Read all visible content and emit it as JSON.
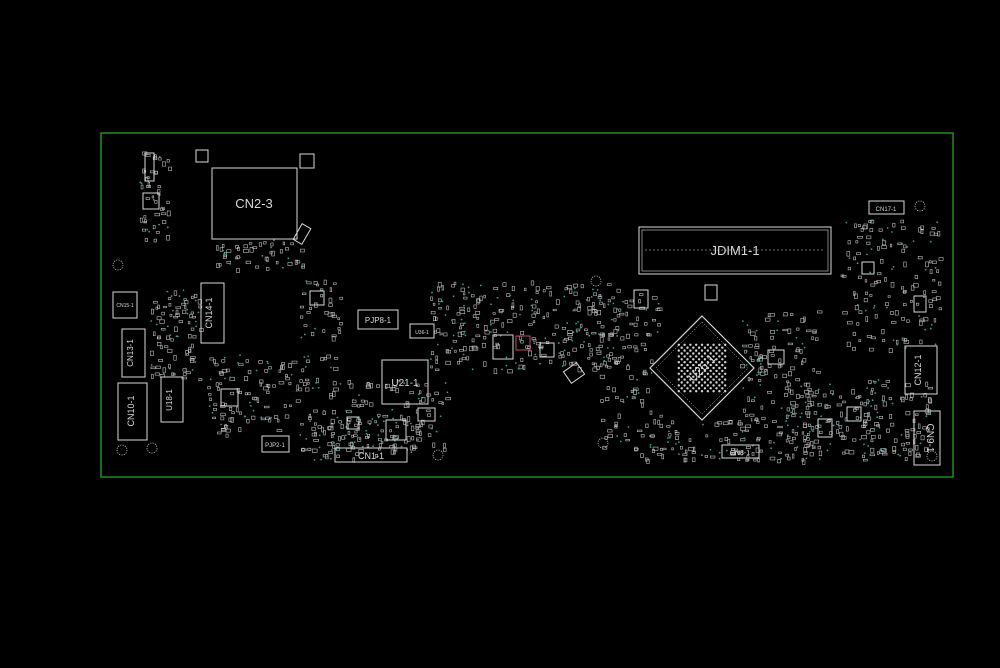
{
  "board": {
    "outline_color": "#1f8f1f",
    "silk_color": "#d8d8d8",
    "pad_color": "#bfbfbf",
    "via_color": "#2aa39a",
    "accent_color": "#c0506a",
    "labels": {
      "cn2_3": "CN2-3",
      "jdim1_1": "JDIM1-1",
      "u26_1": "U26-1",
      "u21_1": "U21-1",
      "cn14_1": "CN14-1",
      "cn13_1": "CN13-1",
      "cn10_1": "CN10-1",
      "u18_1": "U18-1",
      "cn1_1": "CN1-1",
      "pjp8_1": "PJP8-1",
      "cn12_1": "CN12-1",
      "cn9_1": "CN9-1",
      "cn8_1": "CN8-1",
      "cn17_1": "CN17-1",
      "cn15_1": "CN15-1",
      "pjp2_1": "PJP2-1",
      "u36_1": "U36-1"
    }
  }
}
